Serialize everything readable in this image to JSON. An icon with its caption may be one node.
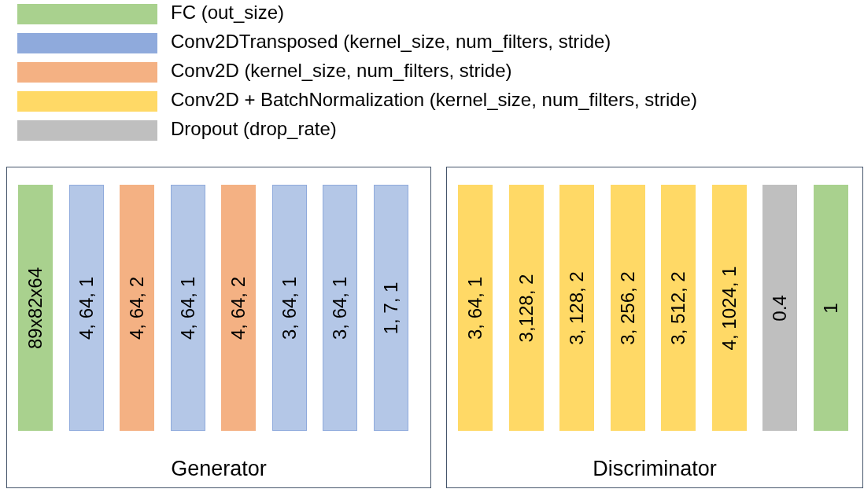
{
  "diagram": {
    "nodes": [
      {
        "text": [
          "Generator"
        ]
      },
      {
        "text": [
          "89x82x64"
        ],
        "in": 0
      },
      {
        "text": [
          "4, 64, 1"
        ],
        "in": 0
      },
      {
        "text": [
          "4, 64, 2"
        ],
        "in": 0
      },
      {
        "text": [
          "4, 64, 1"
        ],
        "in": 0
      },
      {
        "text": [
          "4, 64, 2"
        ],
        "in": 0
      },
      {
        "text": [
          "3, 64, 1"
        ],
        "in": 0
      },
      {
        "text": [
          "3, 64, 1"
        ],
        "in": 0
      },
      {
        "text": [
          "1, 7, 1"
        ],
        "in": 0
      },
      {
        "text": [
          "Discriminator"
        ]
      },
      {
        "text": [
          "3, 64, 1"
        ],
        "in": 9
      },
      {
        "text": [
          "3,128, 2"
        ],
        "in": 9
      },
      {
        "text": [
          "3, 128, 2"
        ],
        "in": 9
      },
      {
        "text": [
          "3, 256, 2"
        ],
        "in": 9
      },
      {
        "text": [
          "3, 512, 2"
        ],
        "in": 9
      },
      {
        "text": [
          "4, 1024, 1"
        ],
        "in": 9
      },
      {
        "text": [
          "0.4"
        ],
        "in": 9
      },
      {
        "text": [
          "1"
        ],
        "in": 9
      }
    ],
    "legend": [
      {
        "text": "FC (out_size)",
        "color": "#a9d18e"
      },
      {
        "text": "Conv2DTransposed (kernel_size, num_filters, stride)",
        "color": "#8faadc"
      },
      {
        "text": "Conv2D (kernel_size, num_filters, stride)",
        "color": "#f4b183"
      },
      {
        "text": "Conv2D + BatchNormalization (kernel_size, num_filters, stride)",
        "color": "#ffd966"
      },
      {
        "text": "Dropout (drop_rate)",
        "color": "#bfbfbf"
      }
    ]
  }
}
